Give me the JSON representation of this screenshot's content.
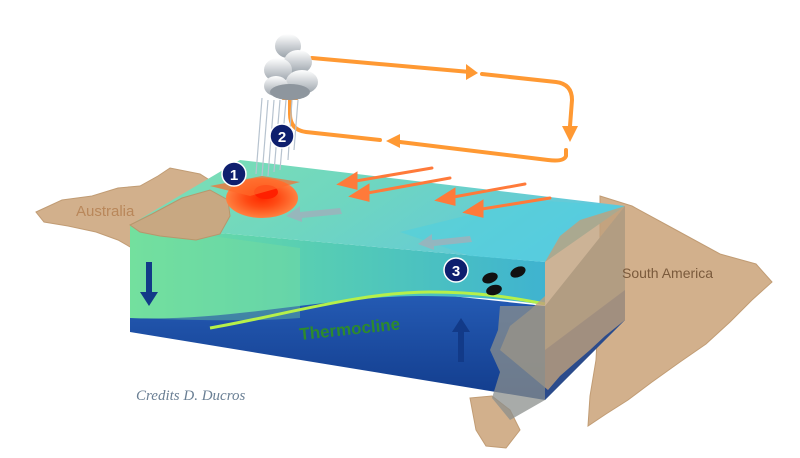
{
  "labels": {
    "australia": "Australia",
    "south_america": "South America",
    "thermocline": "Thermocline",
    "credits": "Credits  D.  Ducros"
  },
  "markers": [
    {
      "number": "1"
    },
    {
      "number": "2"
    },
    {
      "number": "3"
    }
  ],
  "colors": {
    "land": "#d2b08c",
    "ocean_surface": "#72d6b6",
    "ocean_east": "#5fc9d4",
    "deep_water": "#1c4fa8",
    "warm_pool": "#ff5a1e",
    "wind_arrow": "#ff7a3a",
    "circulation_loop": "#ff9933",
    "badge": "#0e1f6e"
  }
}
